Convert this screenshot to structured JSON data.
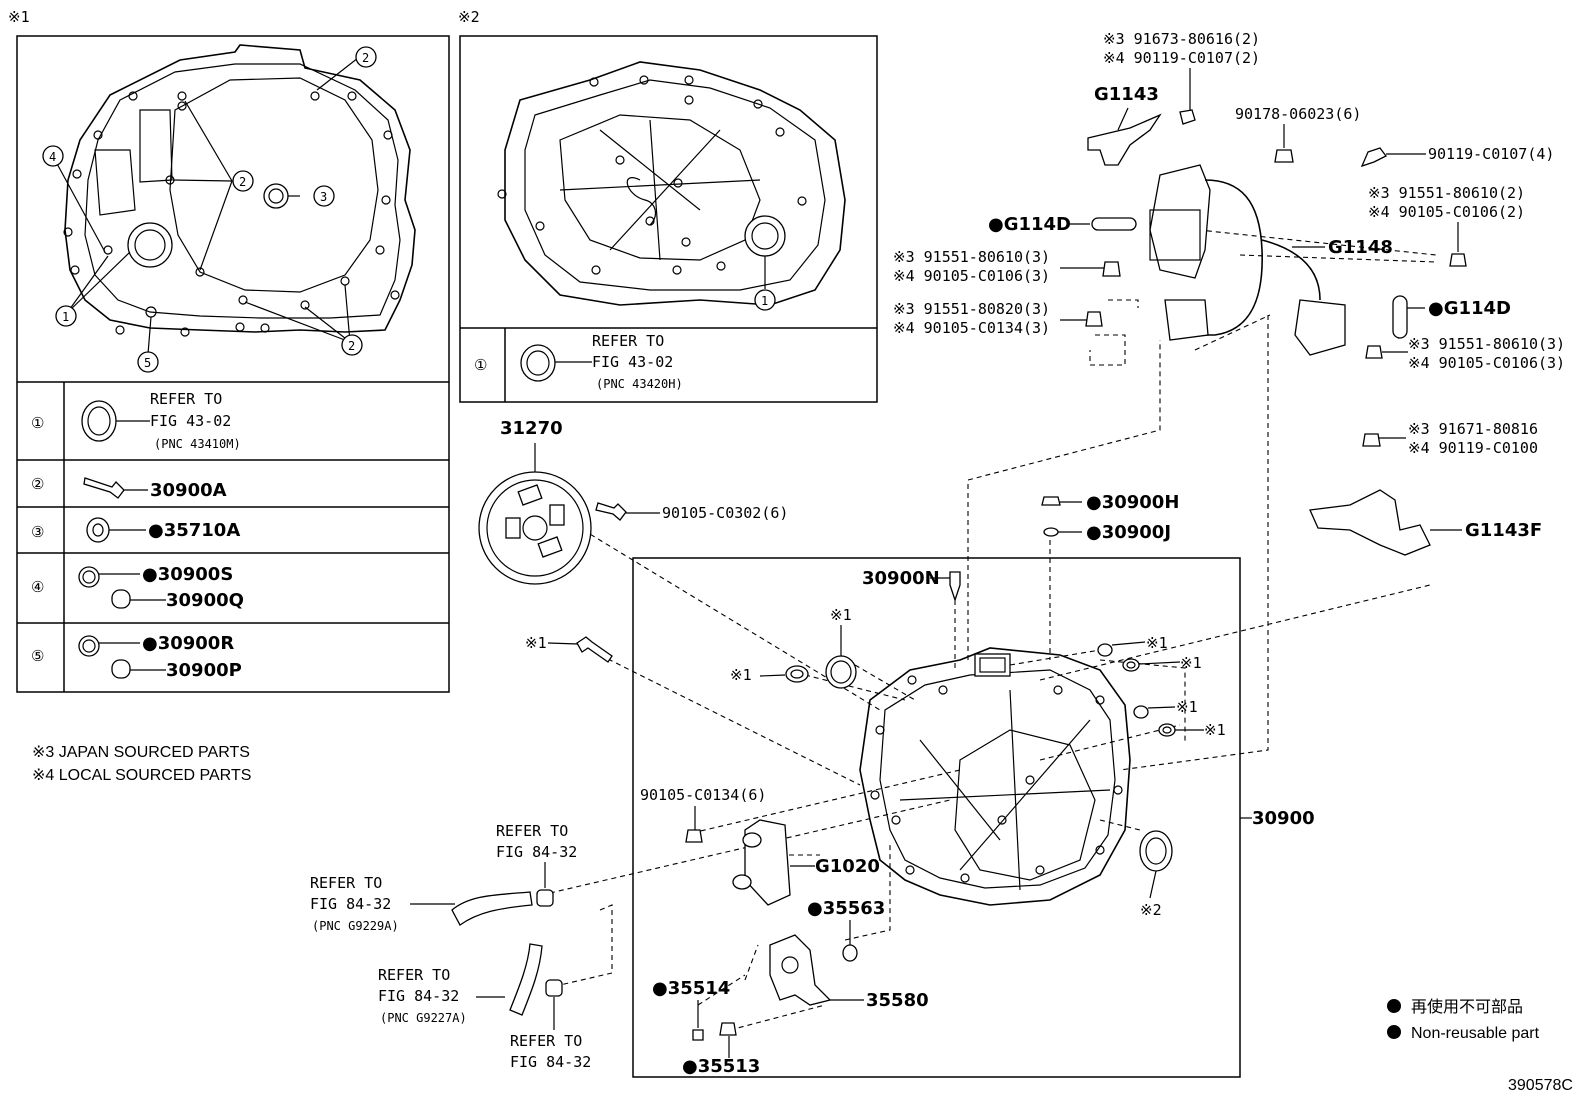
{
  "panel1": {
    "mark": "※1",
    "callouts": [
      "1",
      "2",
      "3",
      "4",
      "5"
    ],
    "legend": [
      {
        "num": "①",
        "text1": "REFER TO",
        "text2": "FIG 43-02",
        "text3": "(PNC 43410M)"
      },
      {
        "num": "②",
        "part": "30900A"
      },
      {
        "num": "③",
        "part": "●35710A"
      },
      {
        "num": "④",
        "part1": "●30900S",
        "part2": "30900Q"
      },
      {
        "num": "⑤",
        "part1": "●30900R",
        "part2": "30900P"
      }
    ]
  },
  "panel2": {
    "mark": "※2",
    "callout": "1",
    "legend": {
      "num": "①",
      "text1": "REFER TO",
      "text2": "FIG 43-02",
      "text3": "(PNC 43420H)"
    }
  },
  "notes": [
    "※3 JAPAN SOURCED PARTS",
    "※4 LOCAL SOURCED PARTS"
  ],
  "labels": {
    "p31270": "31270",
    "p90105_c0302": "90105-C0302(6)",
    "p30900N": "30900N",
    "p30900H": "●30900H",
    "p30900J": "●30900J",
    "m1_a": "※1",
    "m1_b": "※1",
    "m1_c": "※1",
    "m1_d": "※1",
    "m1_e": "※1",
    "m1_f": "※1",
    "m1_g": "※1",
    "m2": "※2",
    "p30900": "30900",
    "p90105_c0134_6": "90105-C0134(6)",
    "pG1020": "G1020",
    "p35563": "●35563",
    "p35514": "●35514",
    "p35580": "35580",
    "p35513": "●35513",
    "ref84_a1": "REFER TO",
    "ref84_a2": "FIG 84-32",
    "ref84_b1": "REFER TO",
    "ref84_b2": "FIG 84-32",
    "ref84_b3": "(PNC G9229A)",
    "ref84_c1": "REFER TO",
    "ref84_c2": "FIG 84-32",
    "ref84_c3": "(PNC G9227A)",
    "ref84_d1": "REFER TO",
    "ref84_d2": "FIG 84-32",
    "s3_91673": "※3 91673-80616(2)",
    "s4_90119_2": "※4 90119-C0107(2)",
    "pG1143": "G1143",
    "p90178": "90178-06023(6)",
    "p90119_4": "90119-C0107(4)",
    "s3_91551_2": "※3 91551-80610(2)",
    "s4_90105_2": "※4 90105-C0106(2)",
    "pG114D_a": "●G114D",
    "pG1148": "G1148",
    "s3_91551_3a": "※3 91551-80610(3)",
    "s4_90105_3a": "※4 90105-C0106(3)",
    "s3_91551_820": "※3 91551-80820(3)",
    "s4_90105_0134": "※4 90105-C0134(3)",
    "pG114D_b": "●G114D",
    "s3_91551_3b": "※3 91551-80610(3)",
    "s4_90105_3b": "※4 90105-C0106(3)",
    "s3_91671": "※3 91671-80816",
    "s4_90119_c0100": "※4 90119-C0100",
    "pG1143F": "G1143F"
  },
  "key": {
    "jp": "再使用不可部品",
    "en": "Non-reusable part"
  },
  "figure_id": "390578C"
}
